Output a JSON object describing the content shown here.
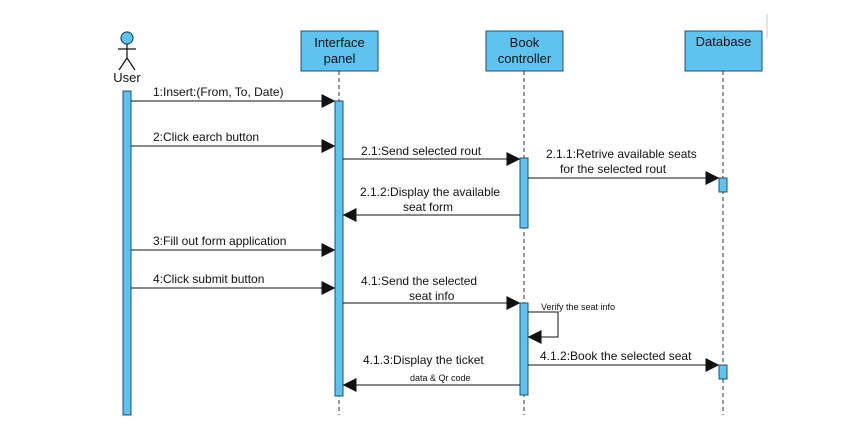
{
  "colors": {
    "box_fill": "#5ec3ef",
    "box_stroke": "#1f4f6d",
    "line": "#111111",
    "background": "#ffffff"
  },
  "actor": {
    "label": "User",
    "icon": "stick-figure-icon"
  },
  "participants": [
    {
      "id": "interface",
      "line1": "Interface",
      "line2": "panel"
    },
    {
      "id": "book",
      "line1": "Book",
      "line2": "controller"
    },
    {
      "id": "database",
      "line1": "Database"
    }
  ],
  "messages": [
    {
      "id": "m1",
      "label": "1:Insert:(From, To, Date)"
    },
    {
      "id": "m2",
      "label": "2:Click earch button"
    },
    {
      "id": "m3",
      "label": "2.1:Send selected rout"
    },
    {
      "id": "m4",
      "line1": "2.1.1:Retrive available seats",
      "line2": "for the selected rout"
    },
    {
      "id": "m5",
      "line1": "2.1.2:Display the available",
      "line2": "seat form"
    },
    {
      "id": "m6",
      "label": "3:Fill out form application"
    },
    {
      "id": "m7",
      "label": "4:Click submit button"
    },
    {
      "id": "m8",
      "line1": "4.1:Send the selected",
      "line2": "seat info"
    },
    {
      "id": "m9",
      "label": "Verify the seat info"
    },
    {
      "id": "m10",
      "label": "4.1.2:Book the selected seat"
    },
    {
      "id": "m11",
      "line1": "4.1.3:Display the ticket",
      "line2": "data & Qr code"
    }
  ]
}
